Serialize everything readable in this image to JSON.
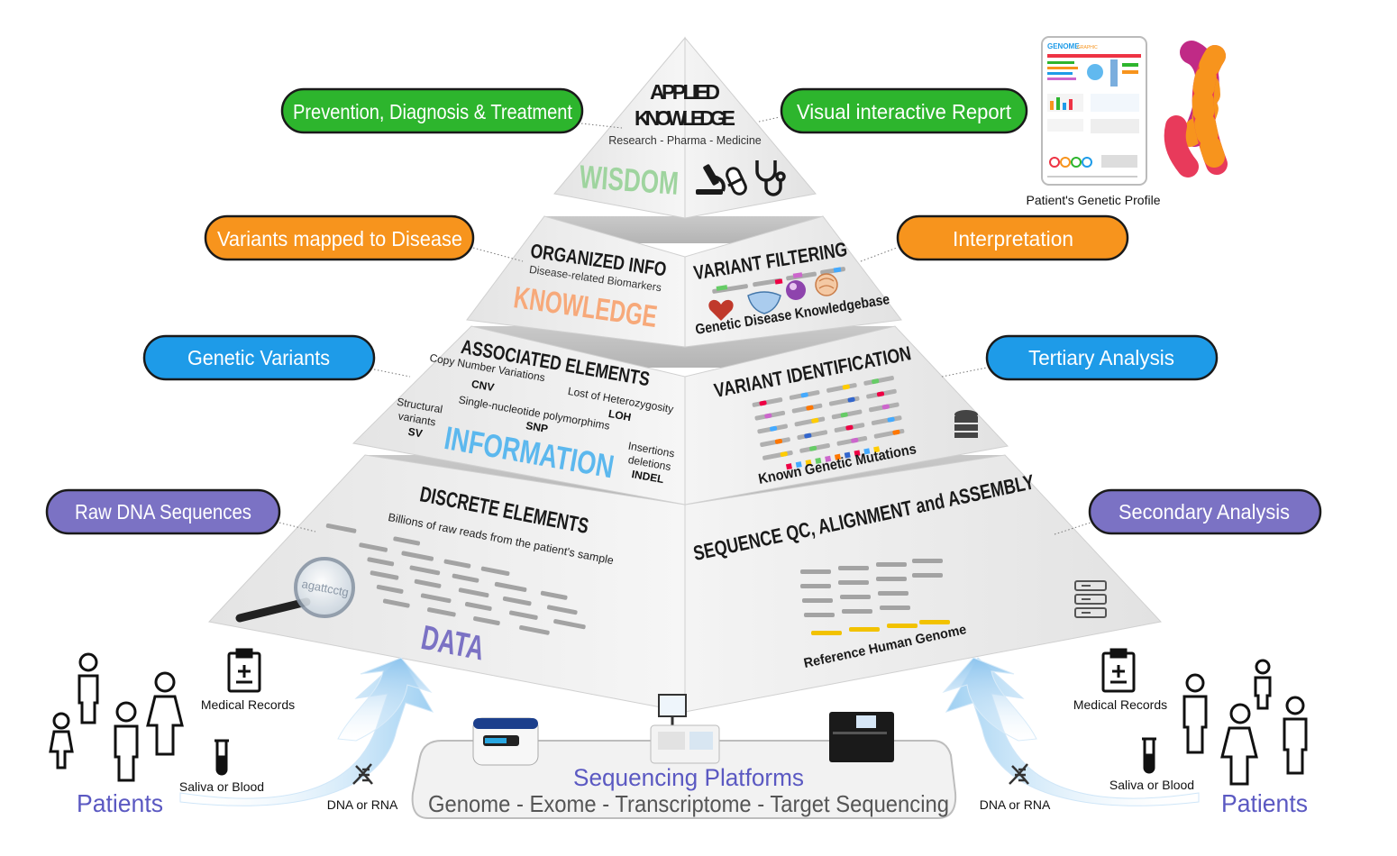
{
  "pills": {
    "prevention": {
      "label": "Prevention, Diagnosis & Treatment",
      "color": "#2db52d"
    },
    "visual_report": {
      "label": "Visual interactive Report",
      "color": "#2db52d"
    },
    "variants_mapped": {
      "label": "Variants mapped to Disease",
      "color": "#f7941d"
    },
    "interpretation": {
      "label": "Interpretation",
      "color": "#f7941d"
    },
    "genetic_variants": {
      "label": "Genetic Variants",
      "color": "#1e9be8"
    },
    "tertiary": {
      "label": "Tertiary Analysis",
      "color": "#1e9be8"
    },
    "raw_dna": {
      "label": "Raw DNA Sequences",
      "color": "#7b72c4"
    },
    "secondary": {
      "label": "Secondary Analysis",
      "color": "#7b72c4"
    }
  },
  "pyramid": {
    "wisdom": {
      "title_line1": "APPLIED",
      "title_line2": "KNOWLEDGE",
      "subtitle": "Research - Pharma - Medicine",
      "level": "WISDOM"
    },
    "knowledge": {
      "title": "ORGANIZED INFO",
      "subtitle": "Disease-related Biomarkers",
      "level": "KNOWLEDGE",
      "right_title": "VARIANT FILTERING",
      "right_caption": "Genetic Disease Knowledgebase"
    },
    "information": {
      "title": "ASSOCIATED ELEMENTS",
      "cnv_label": "Copy Number Variations",
      "cnv_code": "CNV",
      "loh_label": "Lost of Heterozygosity",
      "loh_code": "LOH",
      "sv_line1": "Structural",
      "sv_line2": "variants",
      "sv_code": "SV",
      "snp_label": "Single-nucleotide polymorphims",
      "snp_code": "SNP",
      "indel_line1": "Insertions",
      "indel_line2": "deletions",
      "indel_code": "INDEL",
      "level": "INFORMATION",
      "right_title": "VARIANT IDENTIFICATION",
      "right_caption": "Known Genetic Mutations"
    },
    "data": {
      "title": "DISCRETE ELEMENTS",
      "subtitle": "Billions of raw reads from the patient's sample",
      "magnifier_text": "agattcctg",
      "level": "DATA",
      "right_title": "SEQUENCE QC, ALIGNMENT and ASSEMBLY",
      "right_caption": "Reference Human Genome"
    }
  },
  "profile": {
    "caption": "Patient's Genetic Profile",
    "report_heading": "GENOME",
    "report_heading_accent": "GRAPHIC"
  },
  "bottom": {
    "platforms_title": "Sequencing Platforms",
    "platforms_subtitle": "Genome - Exome - Transcriptome - Target Sequencing",
    "left": {
      "medical_records": "Medical Records",
      "saliva": "Saliva or Blood",
      "dna": "DNA or RNA",
      "patients": "Patients"
    },
    "right": {
      "medical_records": "Medical Records",
      "saliva": "Saliva or Blood",
      "dna": "DNA or RNA",
      "patients": "Patients"
    }
  }
}
